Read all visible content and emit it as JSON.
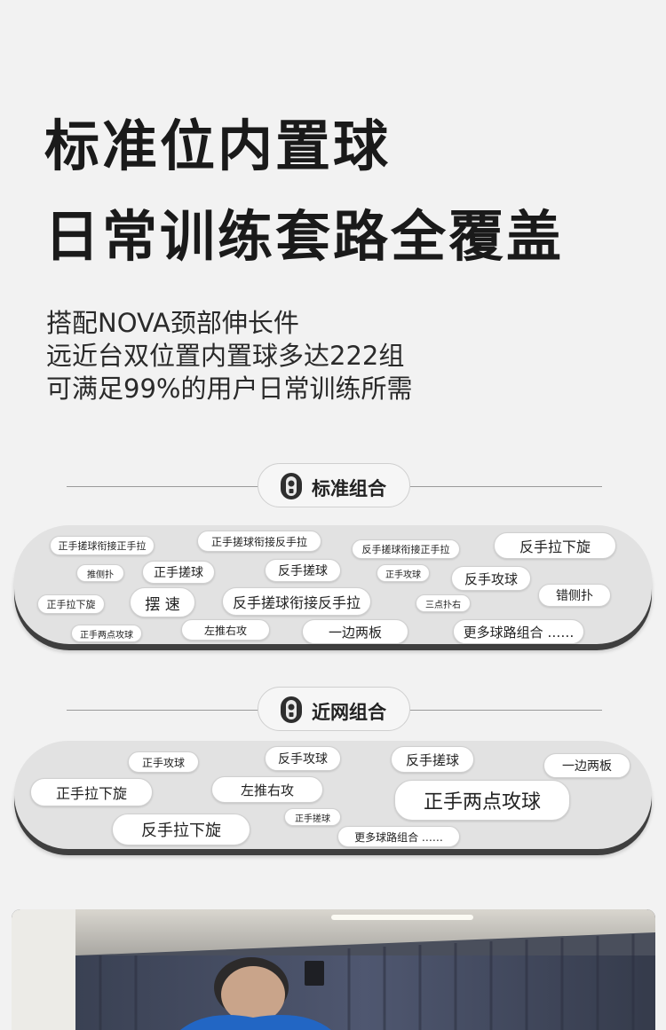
{
  "headline": {
    "line1": "标准位内置球",
    "line2": "日常训练套路全覆盖"
  },
  "subtext": {
    "line1": "搭配NOVA颈部伸长件",
    "line2": "远近台双位置内置球多达222组",
    "line3": "可满足99%的用户日常训练所需"
  },
  "sections": [
    {
      "title": "标准组合",
      "icon": "robot-device-icon",
      "chips": [
        "正手搓球衔接正手拉",
        "正手搓球衔接反手拉",
        "反手搓球衔接正手拉",
        "反手拉下旋",
        "推侧扑",
        "正手搓球",
        "反手搓球",
        "正手攻球",
        "反手攻球",
        "正手拉下旋",
        "摆 速",
        "反手搓球衔接反手拉",
        "三点扑右",
        "错侧扑",
        "正手两点攻球",
        "左推右攻",
        "一边两板",
        "更多球路组合 ……"
      ]
    },
    {
      "title": "近网组合",
      "icon": "robot-device-icon",
      "chips": [
        "正手攻球",
        "反手攻球",
        "反手搓球",
        "一边两板",
        "正手拉下旋",
        "左推右攻",
        "正手两点攻球",
        "正手搓球",
        "反手拉下旋",
        "更多球路组合 ……"
      ]
    }
  ],
  "colors": {
    "background": "#f2f2f2",
    "panel": "#e2e2e2",
    "panel_shadow": "#3f3f3f",
    "chip": "#ffffff"
  }
}
